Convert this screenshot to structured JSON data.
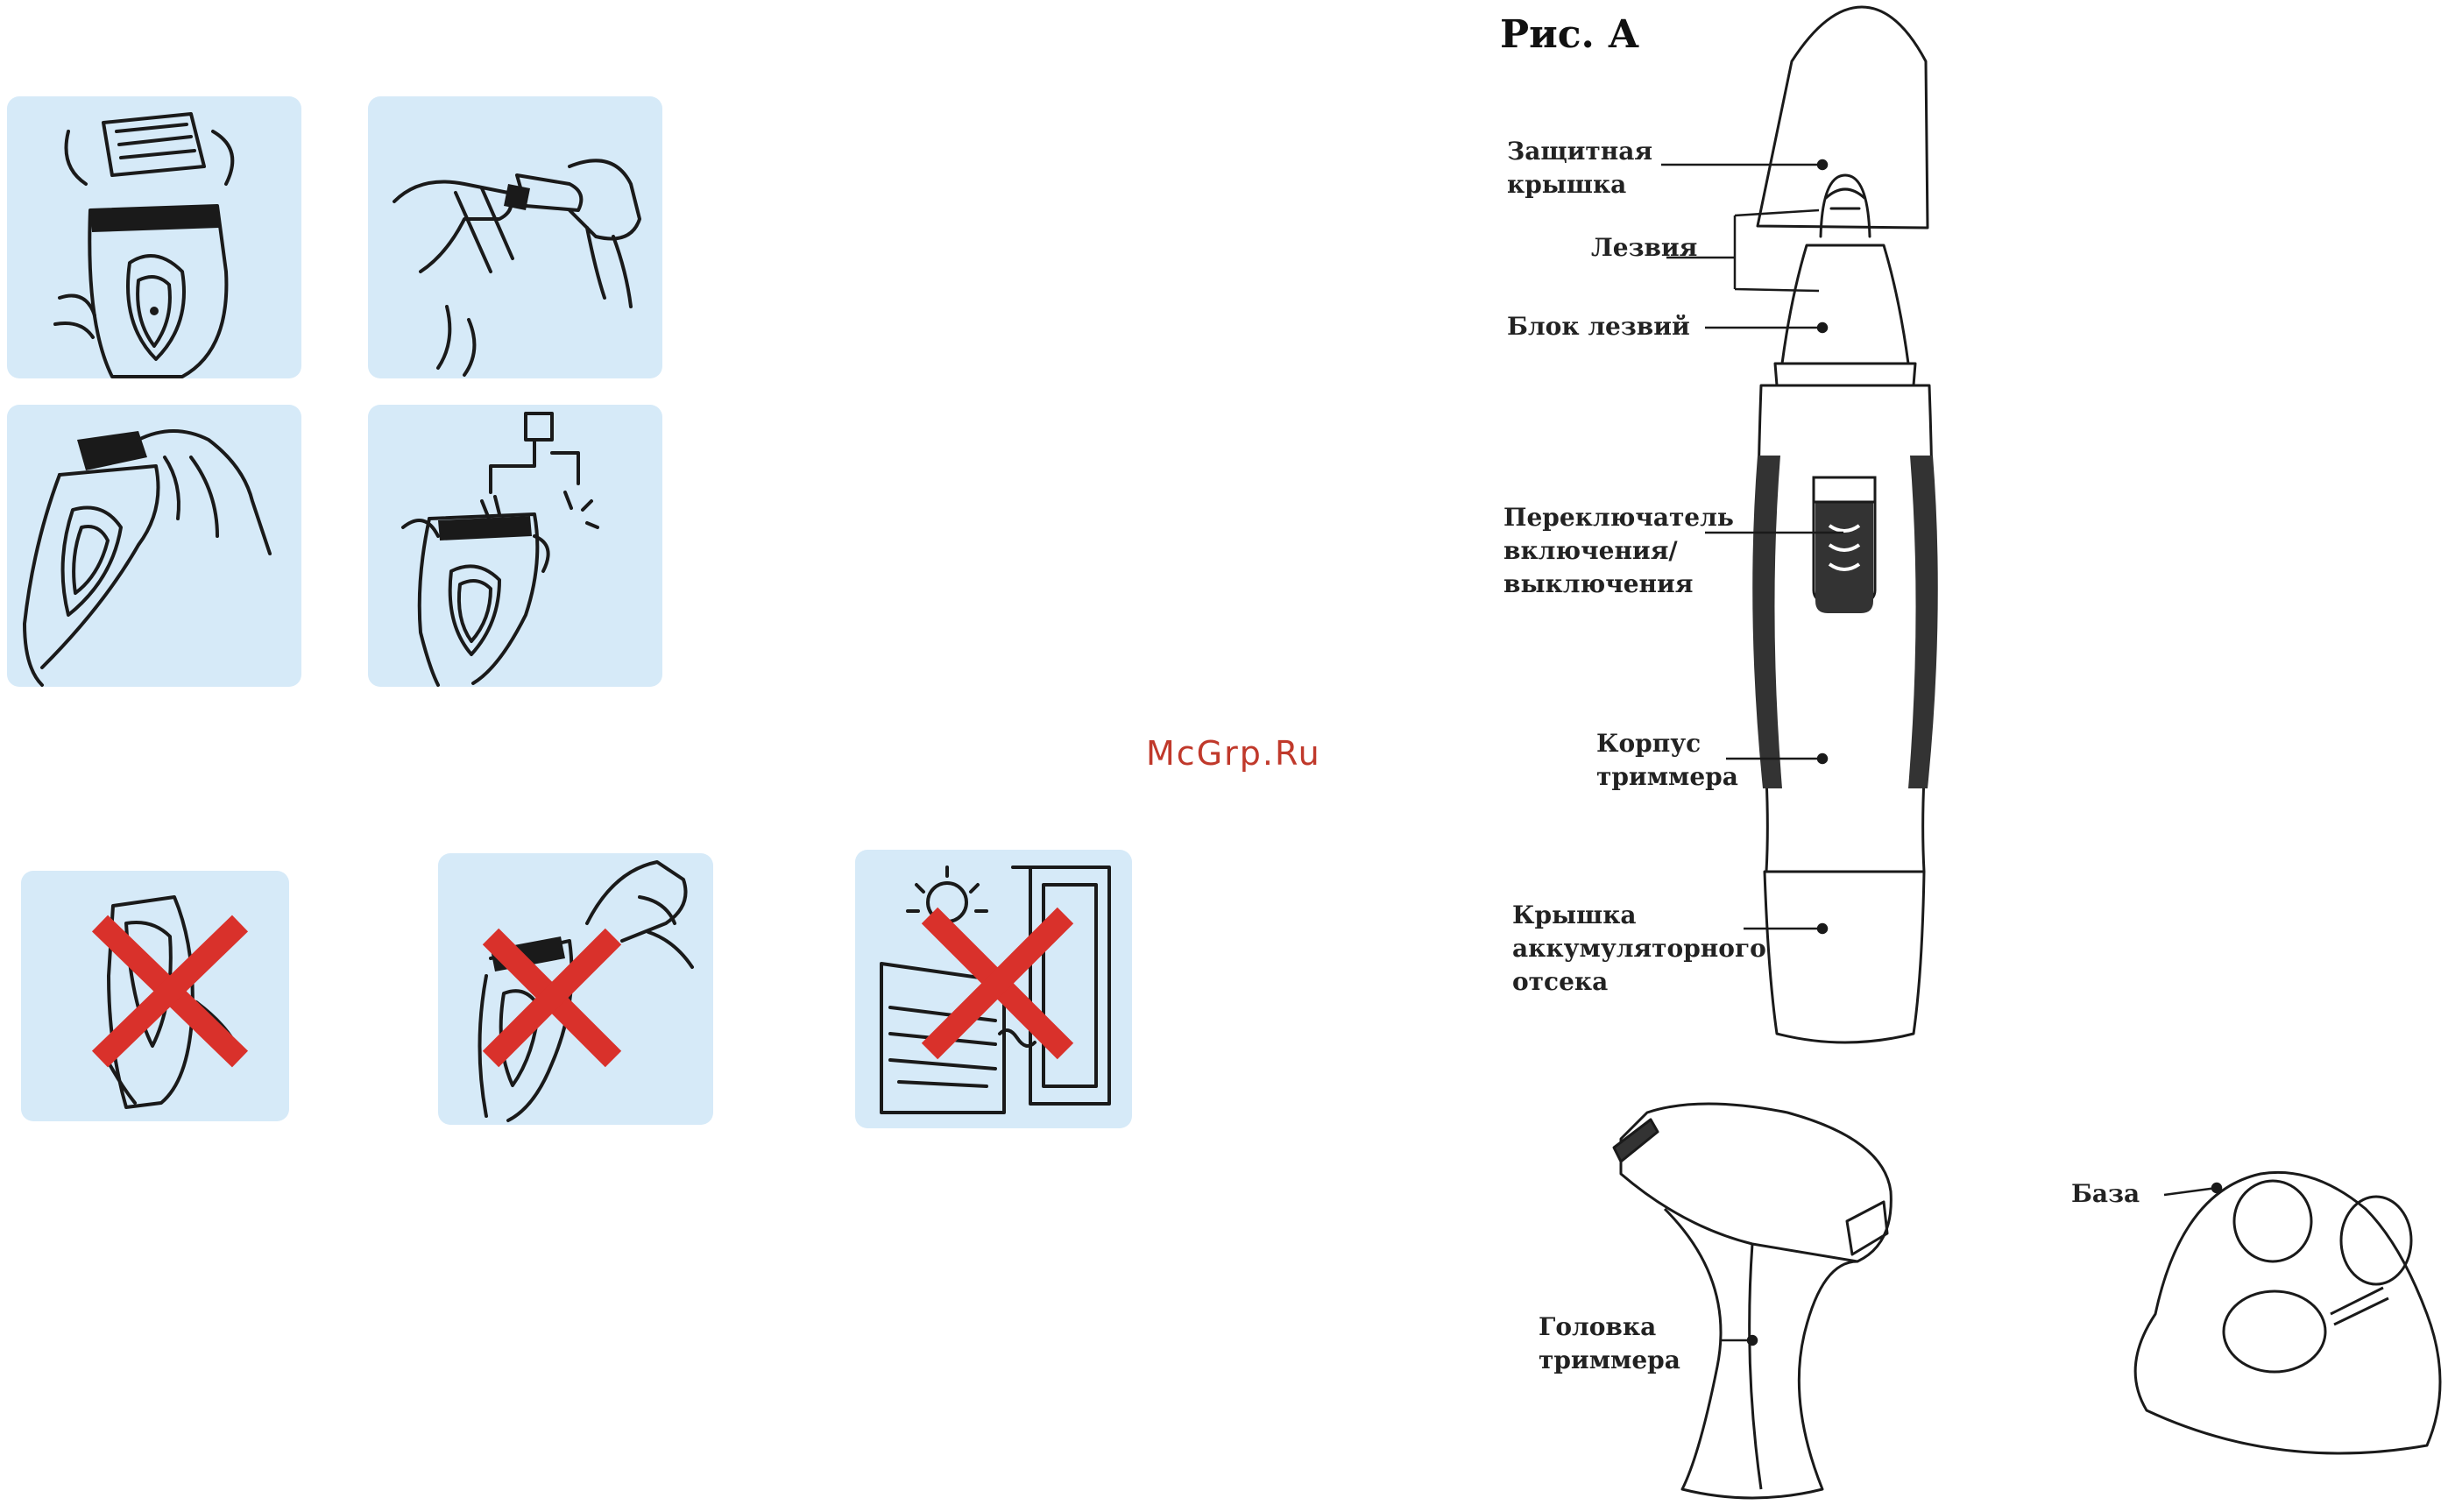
{
  "watermark": "McGrp.Ru",
  "figure": {
    "title": "Рис. А",
    "labels": {
      "cap": [
        "Защитная",
        "крышка"
      ],
      "blades": "Лезвия",
      "blade_block": "Блок лезвий",
      "switch": [
        "Переключатель",
        "включения/",
        "выключения"
      ],
      "body": [
        "Корпус",
        "триммера"
      ],
      "battery_cover": [
        "Крышка",
        "аккумуляторного",
        "отсека"
      ],
      "trimmer_head": [
        "Головка",
        "триммера"
      ],
      "base": "База"
    }
  },
  "colors": {
    "panel": "#d6eaf8",
    "cross": "#d9312b",
    "ink": "#1a1a1a",
    "watermark": "#c0392b"
  }
}
